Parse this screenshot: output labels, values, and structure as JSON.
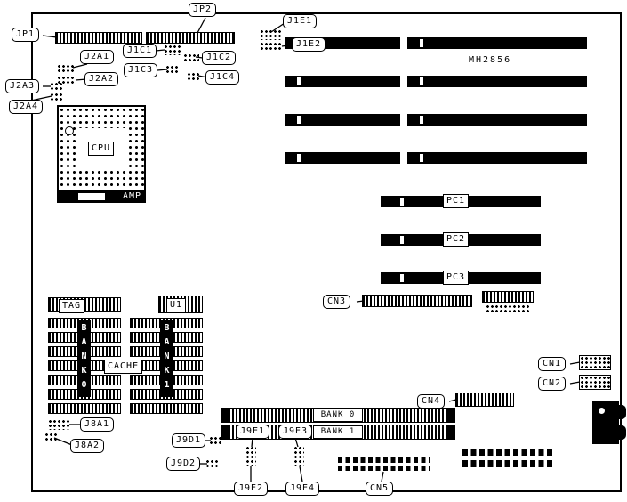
{
  "board": {
    "model": "MH2856"
  },
  "jumpers": {
    "jp1": "JP1",
    "jp2": "JP2",
    "j1e1": "J1E1",
    "j1e2": "J1E2",
    "j1c1": "J1C1",
    "j1c2": "J1C2",
    "j1c3": "J1C3",
    "j1c4": "J1C4",
    "j2a1": "J2A1",
    "j2a2": "J2A2",
    "j2a3": "J2A3",
    "j2a4": "J2A4",
    "j8a1": "J8A1",
    "j8a2": "J8A2",
    "j9d1": "J9D1",
    "j9d2": "J9D2",
    "j9e1": "J9E1",
    "j9e2": "J9E2",
    "j9e3": "J9E3",
    "j9e4": "J9E4"
  },
  "connectors": {
    "cn1": "CN1",
    "cn2": "CN2",
    "cn3": "CN3",
    "cn4": "CN4",
    "cn5": "CN5"
  },
  "slots": {
    "pc1": "PC1",
    "pc2": "PC2",
    "pc3": "PC3"
  },
  "cpu": {
    "label": "CPU",
    "amp": "AMP"
  },
  "cache": {
    "tag": "TAG",
    "u1": "U1",
    "label": "CACHE",
    "bank0": "BANK0",
    "bank1": "BANK1"
  },
  "memory": {
    "bank0": "BANK 0",
    "bank1": "BANK 1"
  }
}
